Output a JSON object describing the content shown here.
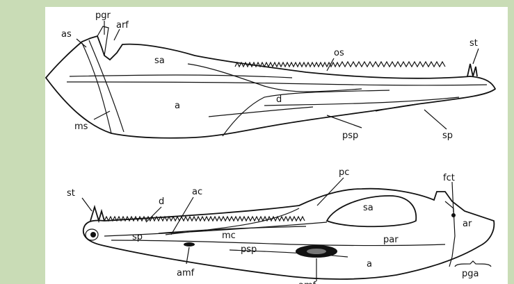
{
  "figure": {
    "background_color": "#c9dcb6",
    "panel_color": "#ffffff",
    "ink_color": "#111111",
    "upper_view_labels": {
      "pgr": "pgr",
      "arf": "arf",
      "as": "as",
      "sa": "sa",
      "os": "os",
      "st": "st",
      "d": "d",
      "a": "a",
      "ms": "ms",
      "psp": "psp",
      "sp": "sp"
    },
    "lower_view_labels": {
      "st": "st",
      "pc": "pc",
      "fct": "fct",
      "d": "d",
      "ac": "ac",
      "sa": "sa",
      "ar": "ar",
      "sp": "sp",
      "mc": "mc",
      "psp": "psp",
      "par": "par",
      "amf": "amf",
      "a": "a",
      "pga": "pga",
      "amf2": "amf"
    }
  }
}
